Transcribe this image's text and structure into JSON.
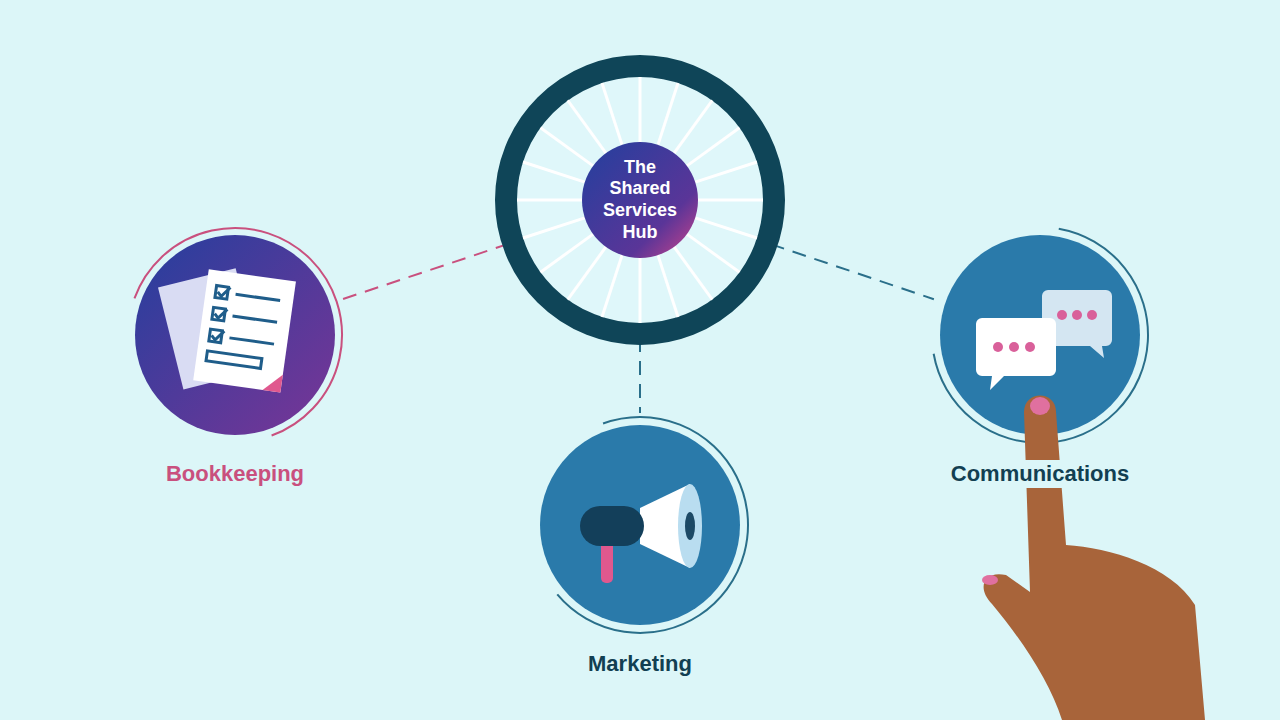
{
  "diagram": {
    "nodes": [
      {
        "text": [
          "The Shared Services Hub"
        ]
      },
      {
        "text": [
          "Bookkeeping"
        ]
      },
      {
        "text": [
          "Communications"
        ]
      },
      {
        "text": [
          "Marketing"
        ]
      }
    ],
    "edges": [
      {
        "from": 0,
        "to": 1,
        "arrow": "none"
      },
      {
        "from": 0,
        "to": 2,
        "arrow": "none"
      },
      {
        "from": 0,
        "to": 3,
        "arrow": "none"
      }
    ]
  }
}
